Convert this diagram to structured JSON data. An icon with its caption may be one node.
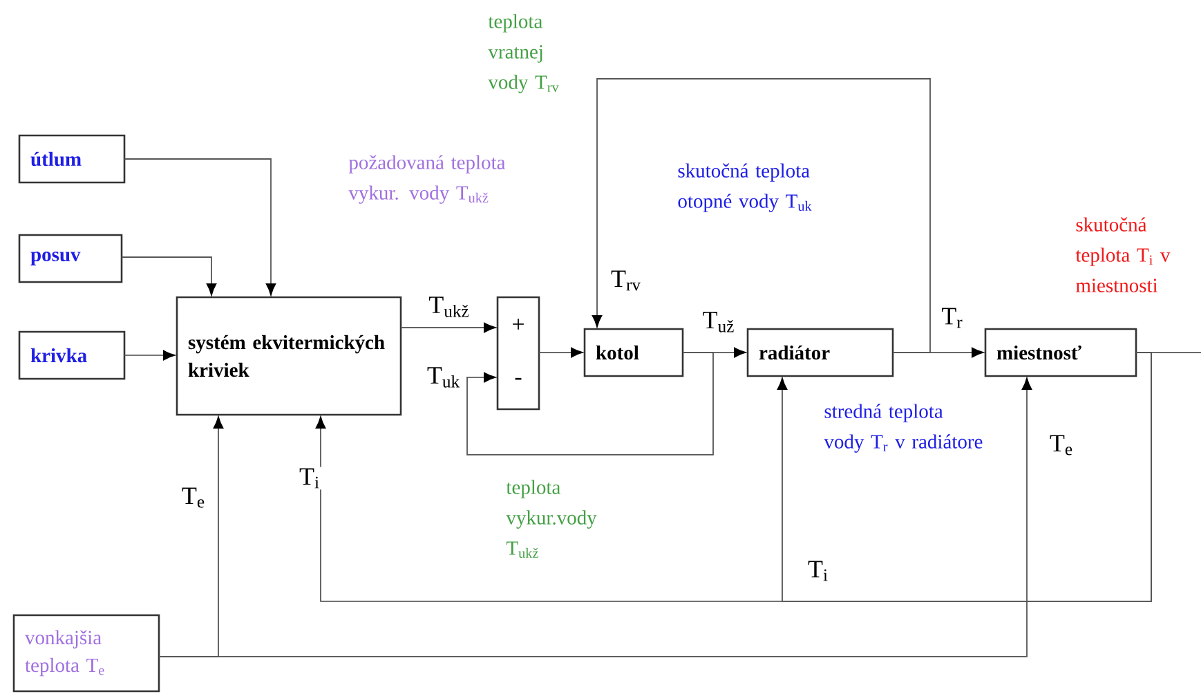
{
  "diagram": {
    "nodes": [
      {
        "text": [
          "útlum"
        ]
      },
      {
        "text": [
          "posuv"
        ]
      },
      {
        "text": [
          "krivka"
        ]
      },
      {
        "text": [
          "systém ekvitermických kriviek"
        ]
      },
      {
        "text": [
          "+",
          "-"
        ]
      },
      {
        "text": [
          "kotol"
        ]
      },
      {
        "text": [
          "radiátor"
        ]
      },
      {
        "text": [
          "miestnosť"
        ]
      },
      {
        "text": [
          "vonkajšia teplota T$_{e}$"
        ]
      }
    ],
    "edges": [
      {
        "from": 0,
        "to": 3,
        "arrow": "to"
      },
      {
        "from": 1,
        "to": 3,
        "arrow": "to"
      },
      {
        "from": 2,
        "to": 3,
        "arrow": "to"
      },
      {
        "from": 3,
        "to": 4,
        "arrow": "to",
        "label": "T$_{ukž}$"
      },
      {
        "from": 4,
        "to": 5,
        "arrow": "to"
      },
      {
        "from": 5,
        "to": 6,
        "arrow": "to",
        "label": "T$_{už}$"
      },
      {
        "from": 5,
        "to": 4,
        "arrow": "to",
        "label": "T$_{uk}$"
      },
      {
        "from": 6,
        "to": 7,
        "arrow": "to",
        "label": "T$_{r}$"
      },
      {
        "from": 6,
        "to": 5,
        "arrow": "to",
        "label": "T$_{rv}$"
      },
      {
        "from": 7,
        "to": null,
        "arrow": "none"
      },
      {
        "from": 7,
        "to": 3,
        "arrow": "to",
        "label": "T$_{i}$"
      },
      {
        "from": 7,
        "to": 6,
        "arrow": "to",
        "label": "T$_{i}$"
      },
      {
        "from": 8,
        "to": 3,
        "arrow": "to",
        "label": "T$_{e}$"
      },
      {
        "from": 8,
        "to": 7,
        "arrow": "to",
        "label": "T$_{e}$"
      }
    ],
    "labels": [
      "teplota vratnej vody T$_{rv}$",
      "požadovaná teplota vykur. vody T$_{ukž}$",
      "skutočná teplota otopné vody T$_{uk}$",
      "skutočná teplota T$_{i}$ v miestnosti",
      "stredná teplota vody T$_{r}$ v radiátore",
      "teplota vykur.vody T$_{ukž}$"
    ]
  }
}
